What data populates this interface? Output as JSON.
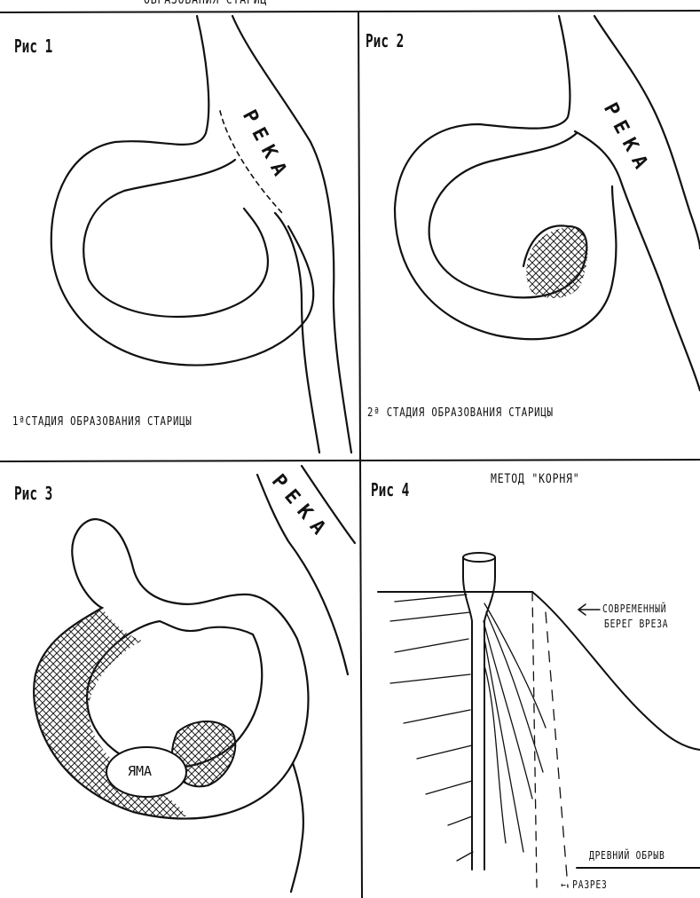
{
  "header_fragment": "ОБРАЗОВАНИЯ  СТАРИЦ",
  "panels": [
    {
      "id": "p1",
      "label": "Рис 1",
      "river": "РЕКА",
      "caption": "1ªСТАДИЯ ОБРАЗОВАНИЯ СТАРИЦЫ"
    },
    {
      "id": "p2",
      "label": "Рис 2",
      "river": "РЕКА",
      "caption": "2ª СТАДИЯ ОБРАЗОВАНИЯ СТАРИЦЫ"
    },
    {
      "id": "p3",
      "label": "Рис 3",
      "river": "РЕКА",
      "pit": "ЯМА"
    },
    {
      "id": "p4",
      "label": "Рис 4",
      "title": "МЕТОД \"КОРНЯ\"",
      "labels": {
        "modern_bank_1": "СОВРЕМЕННЫЙ",
        "modern_bank_2": "БЕРЕГ ВРЕЗА",
        "ancient_cliff": "ДРЕВНИЙ ОБРЫВ",
        "cut": "← РАЗРЕЗ"
      }
    }
  ],
  "colors": {
    "ink": "#111111",
    "paper": "#ffffff"
  }
}
